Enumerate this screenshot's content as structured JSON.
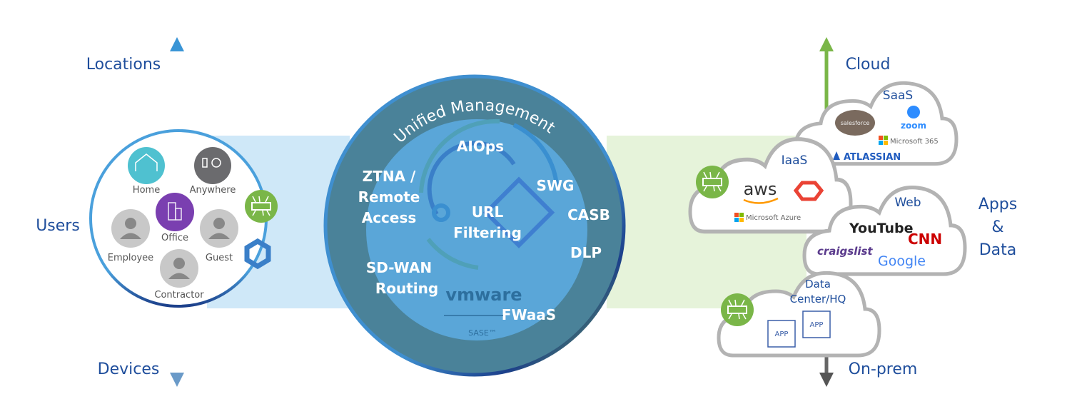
{
  "left": {
    "axis_top": "Locations",
    "axis_bottom": "Devices",
    "axis_side": "Users",
    "items": [
      "Home",
      "Anywhere",
      "Office",
      "Employee",
      "Guest",
      "Contractor"
    ]
  },
  "center": {
    "ring_title": "Unified Management",
    "services": {
      "aiops": "AIOps",
      "ztna": [
        "ZTNA /",
        "Remote",
        "Access"
      ],
      "swg": "SWG",
      "url": [
        "URL",
        "Filtering"
      ],
      "casb": "CASB",
      "dlp": "DLP",
      "sdwan": [
        "SD-WAN",
        "Routing"
      ],
      "fwaas": "FWaaS"
    },
    "logo": "vmware",
    "logo_sub": "SASE™"
  },
  "right": {
    "axis_top": "Cloud",
    "axis_bottom": "On-prem",
    "axis_side": [
      "Apps",
      "&",
      "Data"
    ],
    "saas": {
      "title": "SaaS",
      "logos": [
        "salesforce",
        "zoom",
        "Microsoft 365",
        "ATLASSIAN"
      ]
    },
    "iaas": {
      "title": "IaaS",
      "logos": [
        "aws",
        "Microsoft Azure"
      ]
    },
    "web": {
      "title": "Web",
      "logos": [
        "YouTube",
        "CNN",
        "craigslist",
        "Google"
      ]
    },
    "dc": {
      "title": [
        "Data",
        "Center/HQ"
      ],
      "apps": [
        "APP",
        "APP"
      ]
    }
  },
  "colors": {
    "label_blue": "#1f4e9c",
    "ring_dark": "#4a8299",
    "inner_blue": "#5aa6d8",
    "band_left": "#cfe8f8",
    "band_right": "#e6f3da",
    "edge_green": "#7ab648",
    "cloud_gray": "#b3b3b3"
  }
}
